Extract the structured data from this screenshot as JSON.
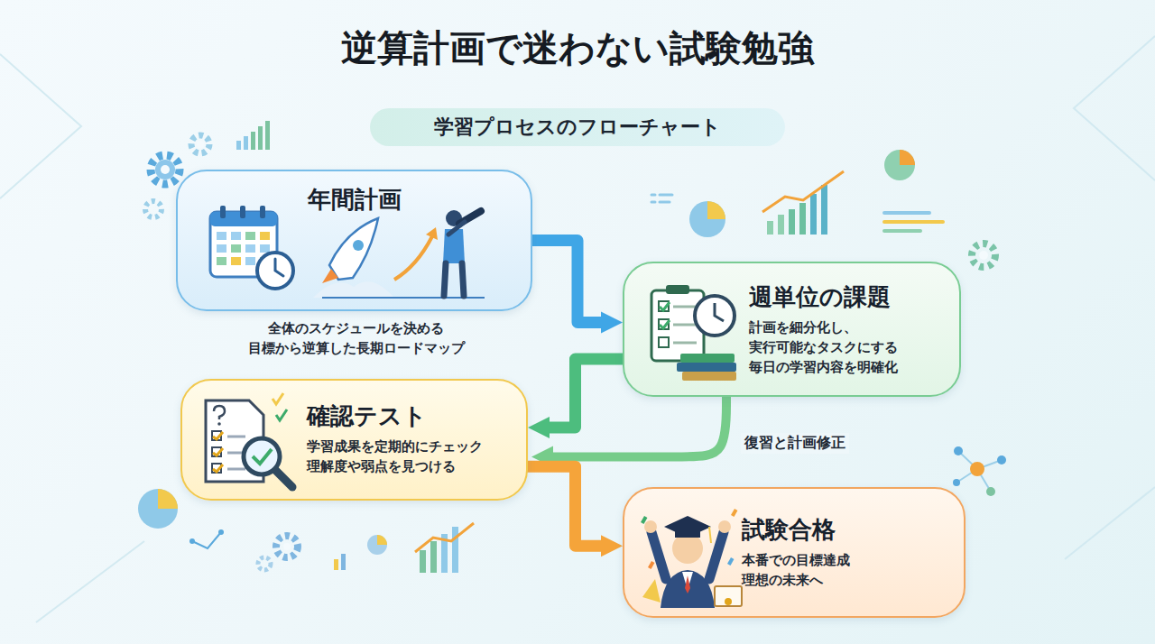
{
  "diagram": {
    "title": "逆算計画で迷わない試験勉強",
    "nodes": [
      {
        "text": [
          "学習プロセスのフローチャート"
        ]
      },
      {
        "text": [
          "年間計画",
          "全体のスケジュールを決める 目標から逆算した長期ロードマップ"
        ]
      },
      {
        "text": [
          "週単位の課題",
          "計画を細分化し、実行可能なタスクにする 毎日の学習内容を明確化"
        ]
      },
      {
        "text": [
          "確認テスト",
          "学習成果を定期的にチェック 理解度や弱点を見つける"
        ]
      },
      {
        "text": [
          "試験合格",
          "本番での目標達成 理想の未来へ"
        ]
      }
    ],
    "edges": [
      {
        "from": 1,
        "to": 2,
        "arrow": "to"
      },
      {
        "from": 2,
        "to": 3,
        "arrow": "to"
      },
      {
        "from": 2,
        "to": 3,
        "label": "復習と計画修正",
        "arrow": "to"
      },
      {
        "from": 3,
        "to": 4,
        "arrow": "to"
      }
    ]
  }
}
